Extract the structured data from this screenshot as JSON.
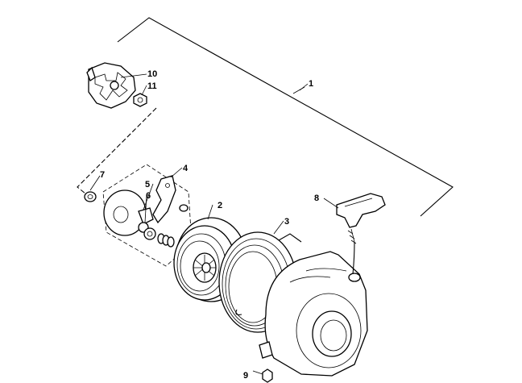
{
  "callouts": [
    {
      "id": "1",
      "part": "recoil-starter-assembly"
    },
    {
      "id": "2",
      "part": "pulley"
    },
    {
      "id": "3",
      "part": "recoil-spring"
    },
    {
      "id": "4",
      "part": "ratchet-pawl"
    },
    {
      "id": "5",
      "part": "spring"
    },
    {
      "id": "6",
      "part": "washer"
    },
    {
      "id": "7",
      "part": "nut"
    },
    {
      "id": "8",
      "part": "handle"
    },
    {
      "id": "9",
      "part": "bolt"
    },
    {
      "id": "10",
      "part": "starter-cup"
    },
    {
      "id": "11",
      "part": "cup-bolt"
    }
  ],
  "colors": {
    "ink": "#000000",
    "paper": "#ffffff"
  }
}
